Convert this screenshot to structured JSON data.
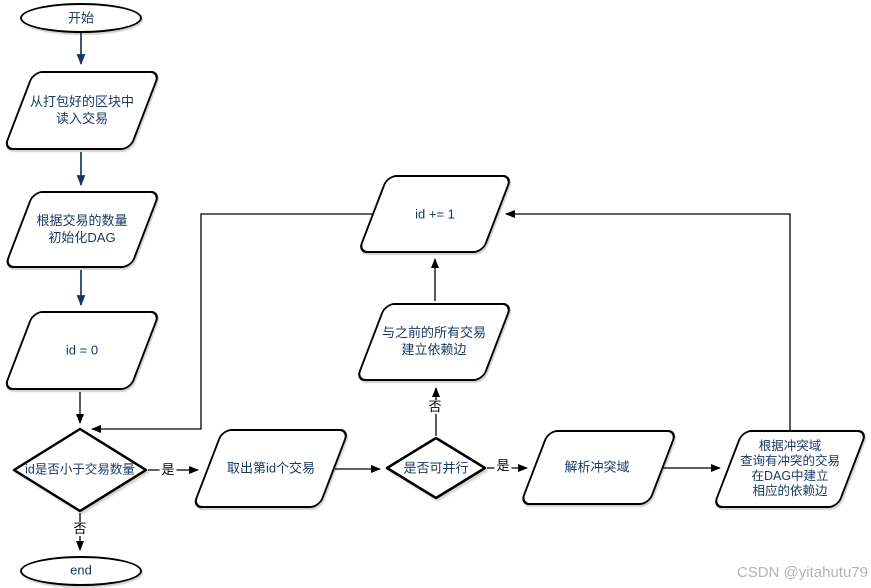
{
  "nodes": {
    "start": {
      "label": "开始"
    },
    "read_transactions": {
      "label": "从打包好的区块中\n读入交易"
    },
    "init_dag": {
      "label": "根据交易的数量\n初始化DAG"
    },
    "set_id_zero": {
      "label": "id = 0"
    },
    "check_id_lt_count": {
      "label": "id是否小于交易数量"
    },
    "fetch_transaction": {
      "label": "取出第id个交易"
    },
    "check_parallel": {
      "label": "是否可并行"
    },
    "parse_conflict_domain": {
      "label": "解析冲突域"
    },
    "build_conflict_edges": {
      "label": "根据冲突域\n查询有冲突的交易\n在DAG中建立\n相应的依赖边"
    },
    "build_all_edges": {
      "label": "与之前的所有交易\n建立依赖边"
    },
    "increment_id": {
      "label": "id += 1"
    },
    "end": {
      "label": "end"
    }
  },
  "edge_labels": {
    "id_lt_yes": "是",
    "id_lt_no": "否",
    "parallel_yes": "是",
    "parallel_no": "否"
  },
  "watermark": "CSDN @yitahutu79",
  "colors": {
    "background": "#FFFFFF",
    "shape_border": "#000000",
    "node_text": "#17375E",
    "accent_arrow": "#17375E",
    "flow_arrow": "#000000",
    "edge_label_text": "#000000",
    "watermark_text": "#B4B4B4"
  }
}
